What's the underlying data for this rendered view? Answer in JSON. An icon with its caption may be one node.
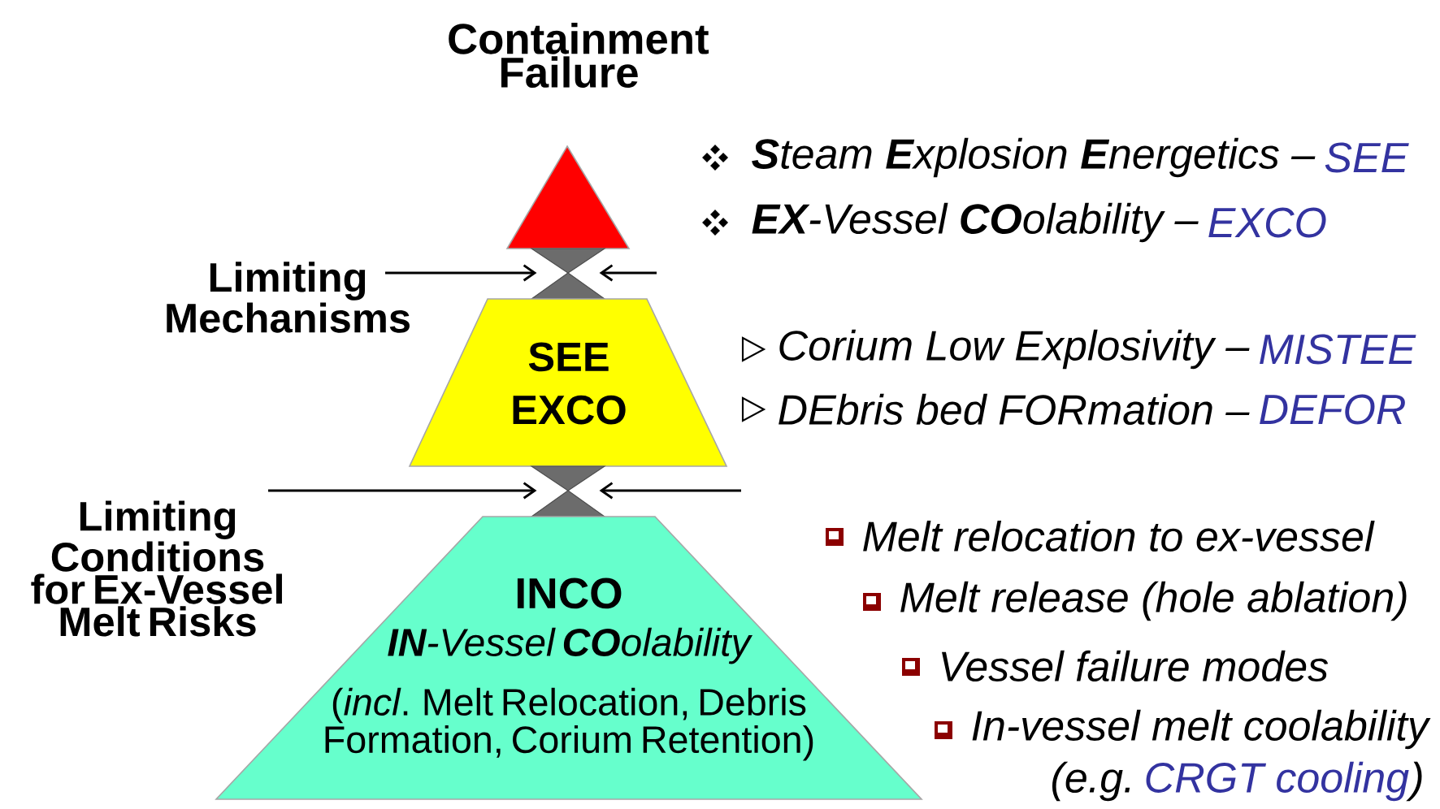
{
  "diagram": {
    "nodes": [
      {
        "text": [
          "Containment Failure"
        ]
      },
      {
        "text": [],
        "shape": "hourglass"
      },
      {
        "text": [
          "SEE",
          "EXCO"
        ]
      },
      {
        "text": [],
        "shape": "hourglass"
      },
      {
        "text": [
          "INCO",
          "**IN**-Vessel **CO**olability",
          "(*incl*. Melt Relocation, Debris Formation, Corium Retention)"
        ]
      },
      {
        "text": [
          "Limiting Mechanisms"
        ]
      },
      {
        "text": [
          "Limiting Conditions for Ex-Vessel Melt Risks"
        ]
      }
    ],
    "edges": [
      {
        "from": 5,
        "to": 1,
        "arrow": "to"
      },
      {
        "from": null,
        "to": 1,
        "arrow": "to"
      },
      {
        "from": 6,
        "to": 3,
        "arrow": "to"
      },
      {
        "from": null,
        "to": 3,
        "arrow": "to"
      }
    ],
    "labels": [
      "**S**team **E**xplosion **E**nergetics –",
      "SEE",
      "**EX**-Vessel **CO**olability –",
      "EXCO",
      "Corium Low Explosivity –",
      "MISTEE",
      "DEbris bed FORmation –",
      "DEFOR",
      "Melt relocation to ex-vessel",
      "Melt release (hole ablation)",
      "Vessel failure modes",
      "In-vessel melt coolability",
      "(e.g.",
      "CRGT cooling",
      ")"
    ]
  }
}
